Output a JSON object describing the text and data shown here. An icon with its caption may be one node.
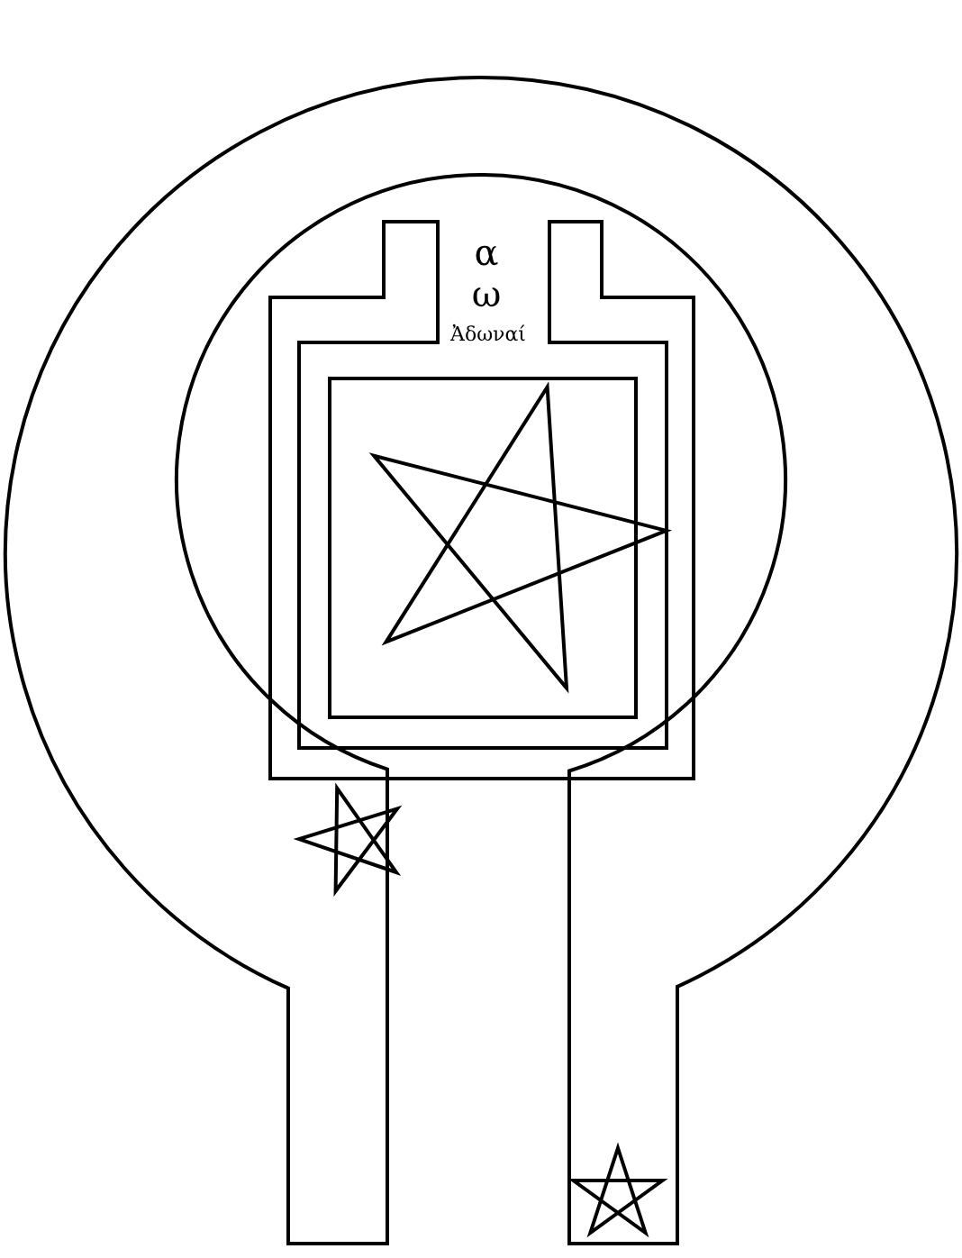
{
  "diagram": {
    "labels": [
      "α",
      "ω",
      "Ἀδωναί"
    ]
  }
}
